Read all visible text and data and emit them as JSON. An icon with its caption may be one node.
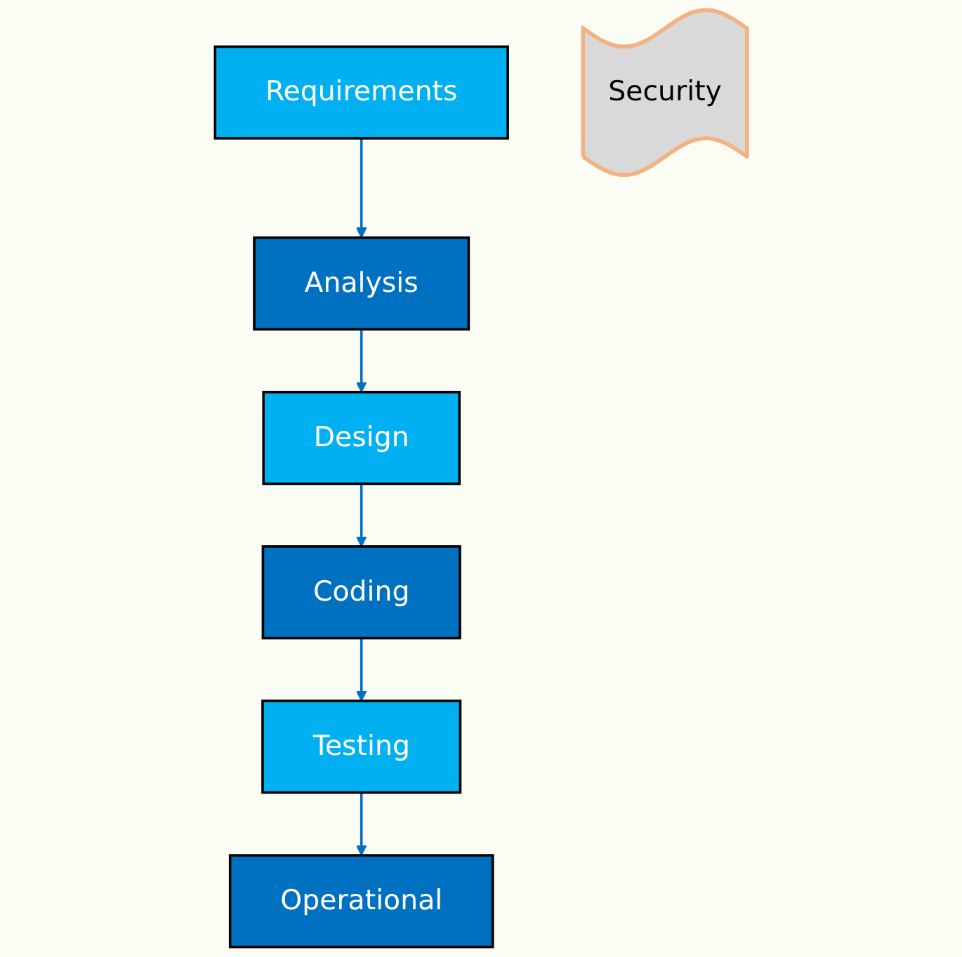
{
  "diagram": {
    "nodes": [
      {
        "text": [
          "Requirements"
        ]
      },
      {
        "text": [
          "Analysis"
        ]
      },
      {
        "text": [
          "Design"
        ]
      },
      {
        "text": [
          "Coding"
        ]
      },
      {
        "text": [
          "Testing"
        ]
      },
      {
        "text": [
          "Operational"
        ]
      },
      {
        "text": [
          "Security"
        ]
      }
    ],
    "edges": [
      {
        "from": 0,
        "to": 1,
        "arrow": "to"
      },
      {
        "from": 1,
        "to": 2,
        "arrow": "to"
      },
      {
        "from": 2,
        "to": 3,
        "arrow": "to"
      },
      {
        "from": 3,
        "to": 4,
        "arrow": "to"
      },
      {
        "from": 4,
        "to": 5,
        "arrow": "to"
      }
    ]
  }
}
